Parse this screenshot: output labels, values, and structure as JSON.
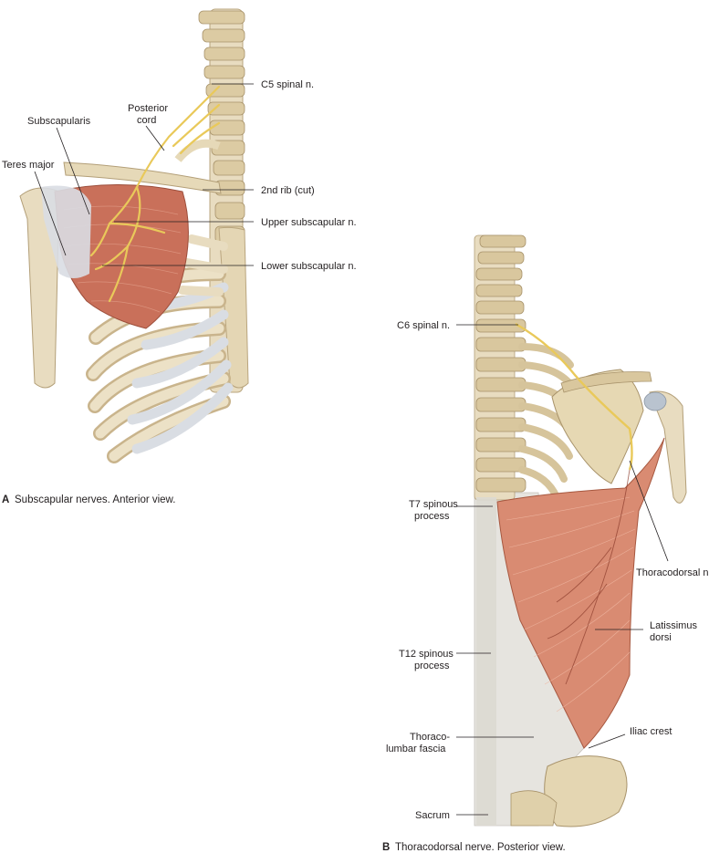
{
  "figure_a": {
    "letter": "A",
    "caption": "Subscapular nerves. Anterior view.",
    "labels": {
      "c5": "C5 spinal n.",
      "posterior_cord_1": "Posterior",
      "posterior_cord_2": "cord",
      "subscapularis": "Subscapularis",
      "teres_major": "Teres major",
      "rib2": "2nd rib (cut)",
      "upper_subscapular": "Upper subscapular n.",
      "lower_subscapular": "Lower subscapular n."
    }
  },
  "figure_b": {
    "letter": "B",
    "caption": "Thoracodorsal nerve. Posterior view.",
    "labels": {
      "c6": "C6 spinal n.",
      "t7_1": "T7 spinous",
      "t7_2": "process",
      "thoracodorsal": "Thoracodorsal n.",
      "latissimus_1": "Latissimus",
      "latissimus_2": "dorsi",
      "t12_1": "T12 spinous",
      "t12_2": "process",
      "iliac_crest": "Iliac crest",
      "fascia_1": "Thoraco-",
      "fascia_2": "lumbar fascia",
      "sacrum": "Sacrum"
    }
  },
  "colors": {
    "bone": "#e8dcc0",
    "bone_shadow": "#c9b48c",
    "muscle": "#c9705a",
    "muscle_light": "#dd9a82",
    "nerve": "#e9c95a",
    "fascia": "#e6e4df",
    "cartilage": "#d9dde3"
  }
}
